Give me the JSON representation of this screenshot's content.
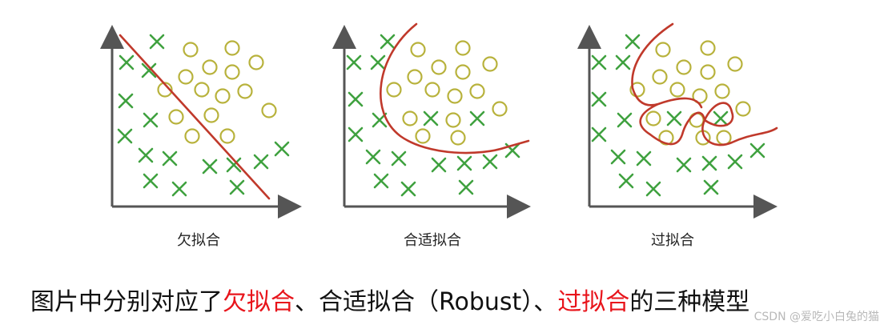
{
  "panels": [
    {
      "label": "欠拟合"
    },
    {
      "label": "合适拟合"
    },
    {
      "label": "过拟合"
    }
  ],
  "caption": {
    "part1": "图片中分别对应了",
    "hl1": "欠拟合",
    "part2": "、合适拟合（Robust）、",
    "hl2": "过拟合",
    "part3": "的三种模型"
  },
  "watermark": "CSDN @爱吃小白兔的猫",
  "colors": {
    "cross": "#3fa13f",
    "circle": "#b8b23c",
    "boundary": "#c0392b",
    "axis": "#555555",
    "highlight": "#e8141b"
  },
  "icons": {
    "cross": "x-mark-icon",
    "circle": "circle-icon",
    "axis": "arrow-axis"
  }
}
